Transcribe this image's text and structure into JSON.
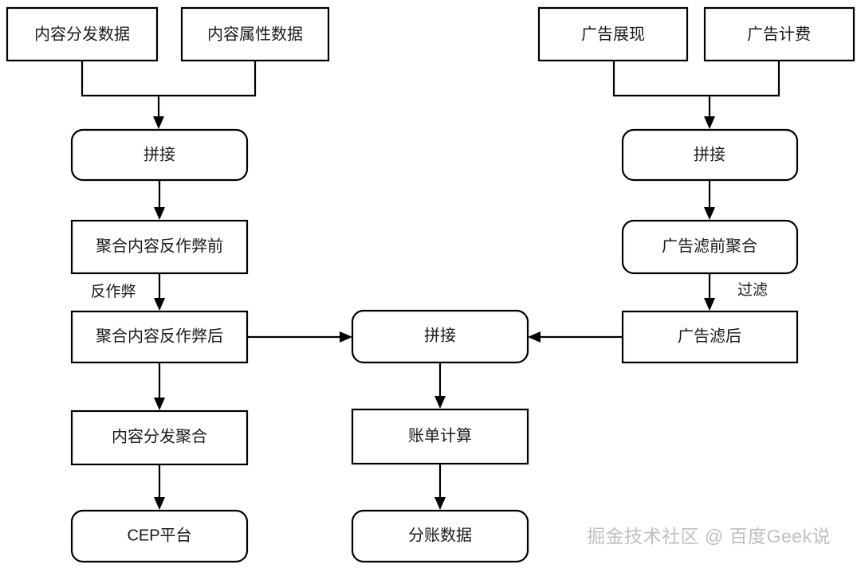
{
  "diagram": {
    "title": "",
    "background_color": "#ffffff",
    "stroke_color": "#000000",
    "text_color": "#1a1a1a",
    "nodes": {
      "content_dist_data": {
        "label": "内容分发数据",
        "shape": "rect"
      },
      "content_attr_data": {
        "label": "内容属性数据",
        "shape": "rect"
      },
      "left_join": {
        "label": "拼接",
        "shape": "rounded"
      },
      "agg_before_antifraud": {
        "label": "聚合内容反作弊前",
        "shape": "rect"
      },
      "agg_after_antifraud": {
        "label": "聚合内容反作弊后",
        "shape": "rect"
      },
      "content_dist_agg": {
        "label": "内容分发聚合",
        "shape": "rect"
      },
      "cep_platform": {
        "label": "CEP平台",
        "shape": "rounded"
      },
      "ad_impression": {
        "label": "广告展现",
        "shape": "rect"
      },
      "ad_billing": {
        "label": "广告计费",
        "shape": "rect"
      },
      "right_join": {
        "label": "拼接",
        "shape": "rounded"
      },
      "ad_prefilter_agg": {
        "label": "广告滤前聚合",
        "shape": "rounded"
      },
      "ad_postfilter": {
        "label": "广告滤后",
        "shape": "rect"
      },
      "center_join": {
        "label": "拼接",
        "shape": "rounded"
      },
      "bill_calc": {
        "label": "账单计算",
        "shape": "rect"
      },
      "settlement_data": {
        "label": "分账数据",
        "shape": "rounded"
      }
    },
    "edge_labels": {
      "antifraud": "反作弊",
      "filter": "过滤"
    },
    "watermark": "掘金技术社区 @ 百度Geek说",
    "watermark_color": "#c0c0c0"
  }
}
